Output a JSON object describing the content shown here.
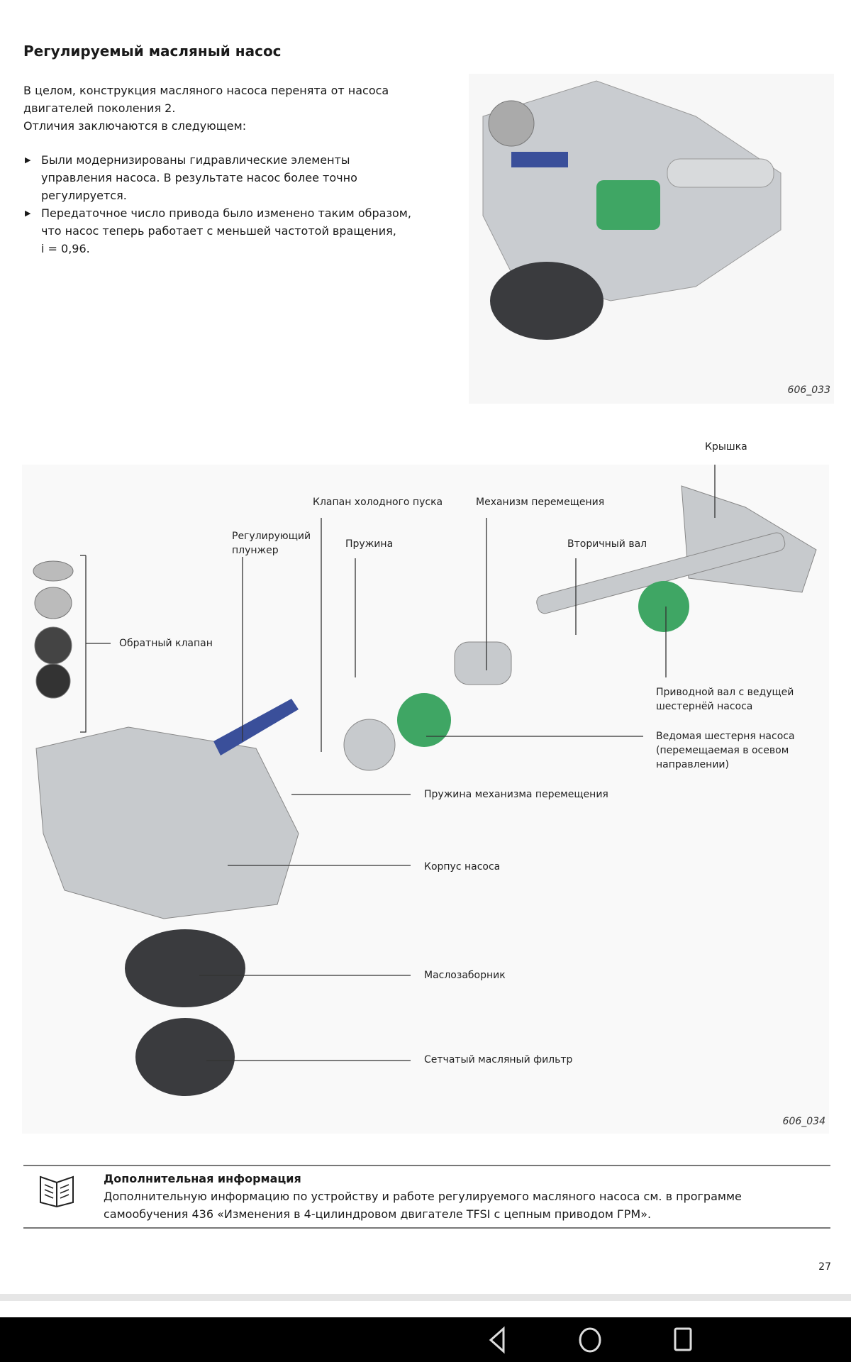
{
  "title": "Регулируемый масляный насос",
  "intro": [
    "В целом, конструкция масляного насоса перенята от насоса",
    "двигателей поколения 2.",
    "Отличия заключаются в следующем:"
  ],
  "bullets": [
    [
      "Были модернизированы гидравлические элементы",
      "управления насоса. В результате насос более точно",
      "регулируется."
    ],
    [
      "Передаточное число привода было изменено таким образом,",
      "что насос теперь работает с меньшей частотой вращения,",
      "i = 0,96."
    ]
  ],
  "figure1": {
    "caption": "606_033"
  },
  "figure2": {
    "caption": "606_034",
    "labels": {
      "cover": "Крышка",
      "cold_start_valve": "Клапан холодного пуска",
      "shift_mechanism": "Механизм перемещения",
      "plunger": [
        "Регулирующий",
        "плунжер"
      ],
      "spring": "Пружина",
      "secondary_shaft": "Вторичный вал",
      "check_valve": "Обратный клапан",
      "drive_shaft": [
        "Приводной вал с ведущей",
        "шестернёй насоса"
      ],
      "driven_gear": [
        "Ведомая шестерня насоса",
        "(перемещаемая в осевом",
        "направлении)"
      ],
      "shift_spring": "Пружина механизма перемещения",
      "housing": "Корпус насоса",
      "pickup": "Маслозаборник",
      "strainer": "Сетчатый масляный фильтр"
    }
  },
  "info": {
    "heading": "Дополнительная информация",
    "lines": [
      "Дополнительную информацию по устройству и работе регулируемого масляного насоса см. в программе",
      "самообучения 436 «Изменения в 4-цилиндровом двигателе TFSI с цепным приводом ГРМ»."
    ]
  },
  "page_number": "27",
  "colors": {
    "gear": "#3fa664",
    "plunger": "#3a4f9a",
    "nav": "#000000"
  }
}
